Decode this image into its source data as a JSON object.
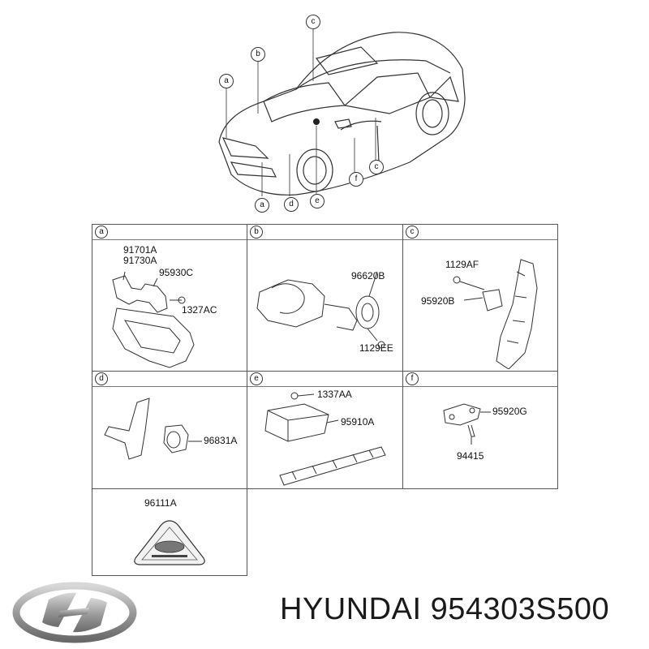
{
  "car_callouts": {
    "top": [
      "c",
      "b",
      "a"
    ],
    "bottom": [
      "a",
      "d",
      "e",
      "f",
      "c"
    ]
  },
  "panels": [
    {
      "letter": "a",
      "parts": [
        "91701A",
        "91730A",
        "95930C",
        "1327AC"
      ]
    },
    {
      "letter": "b",
      "parts": [
        "96620B",
        "1129EE"
      ]
    },
    {
      "letter": "c",
      "parts": [
        "1129AF",
        "95920B"
      ]
    },
    {
      "letter": "d",
      "parts": [
        "96831A"
      ]
    },
    {
      "letter": "e",
      "parts": [
        "1337AA",
        "95910A"
      ]
    },
    {
      "letter": "f",
      "parts": [
        "95920G",
        "94415"
      ]
    },
    {
      "letter": "",
      "parts": [
        "96111A"
      ]
    }
  ],
  "footer": {
    "brand_logo_icon": "hyundai-logo-icon",
    "part_number": "HYUNDAI 954303S500"
  }
}
